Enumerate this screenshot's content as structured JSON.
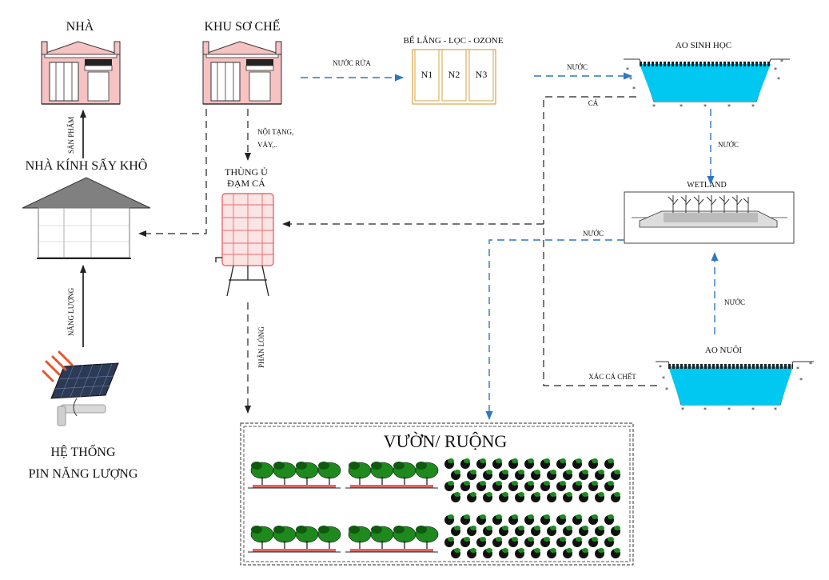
{
  "nodes": {
    "house": "NHÀ",
    "processing": "KHU SƠ CHẾ",
    "tanks_title": "BỂ LẮNG - LỌC - OZONE",
    "tank1": "N1",
    "tank2": "N2",
    "tank3": "N3",
    "bio_pond": "AO SINH HỌC",
    "dryer": "NHÀ KÍNH SẤY KHÔ",
    "compost_line1": "THÙNG Ủ",
    "compost_line2": "ĐẠM CÁ",
    "wetland": "WETLAND",
    "fish_pond": "AO NUÔI",
    "solar_line1": "HỆ THỐNG",
    "solar_line2": "PIN NĂNG LƯỢNG",
    "garden": "VƯỜN/ RUỘNG"
  },
  "flows": {
    "wash_water": "NƯỚC RỬA",
    "water_to_bio": "NƯỚC",
    "fish": "CÁ",
    "water_down": "NƯỚC",
    "water_to_garden": "NƯỚC",
    "water_up": "NƯỚC",
    "dead_fish": "XÁC CÁ CHẾT",
    "viscera_line1": "NỘI TẠNG,",
    "viscera_line2": "VẢY,..",
    "product": "SẢN PHẨM",
    "energy": "NĂNG LƯỢNG",
    "liquid_fert": "PHÂN LỎNG"
  },
  "colors": {
    "house_wall": "#f6c2c2",
    "tank_outline": "#d9a441",
    "pond_water": "#00c8f0",
    "blue_flow": "#2f77c2",
    "compost_tank": "#e9696e",
    "roof": "#808080",
    "plant": "#1e8a1e",
    "bed": "#e36464"
  }
}
